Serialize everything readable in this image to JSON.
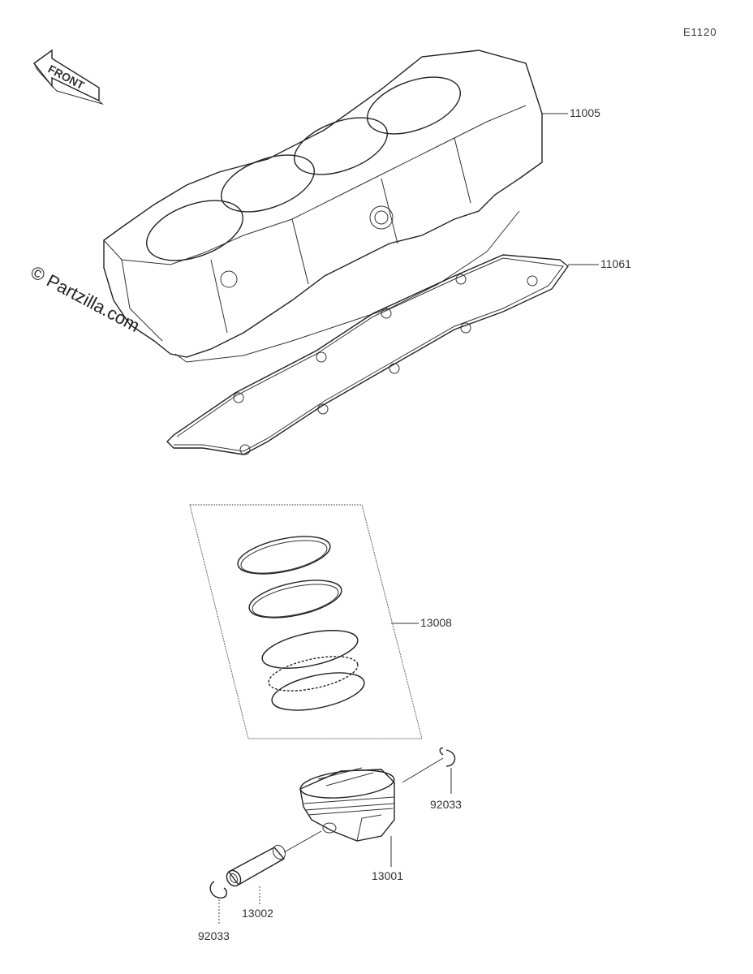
{
  "diagram_code": "E1120",
  "front_arrow_text": "FRONT",
  "watermark": "© Partzilla.com",
  "parts": [
    {
      "number": "11005",
      "description": "cylinder-block"
    },
    {
      "number": "11061",
      "description": "cylinder-base-gasket"
    },
    {
      "number": "13008",
      "description": "piston-ring-set"
    },
    {
      "number": "92033",
      "description": "piston-pin-circlip-right"
    },
    {
      "number": "13001",
      "description": "piston"
    },
    {
      "number": "13002",
      "description": "piston-pin"
    },
    {
      "number": "92033",
      "description": "piston-pin-circlip-left"
    }
  ]
}
